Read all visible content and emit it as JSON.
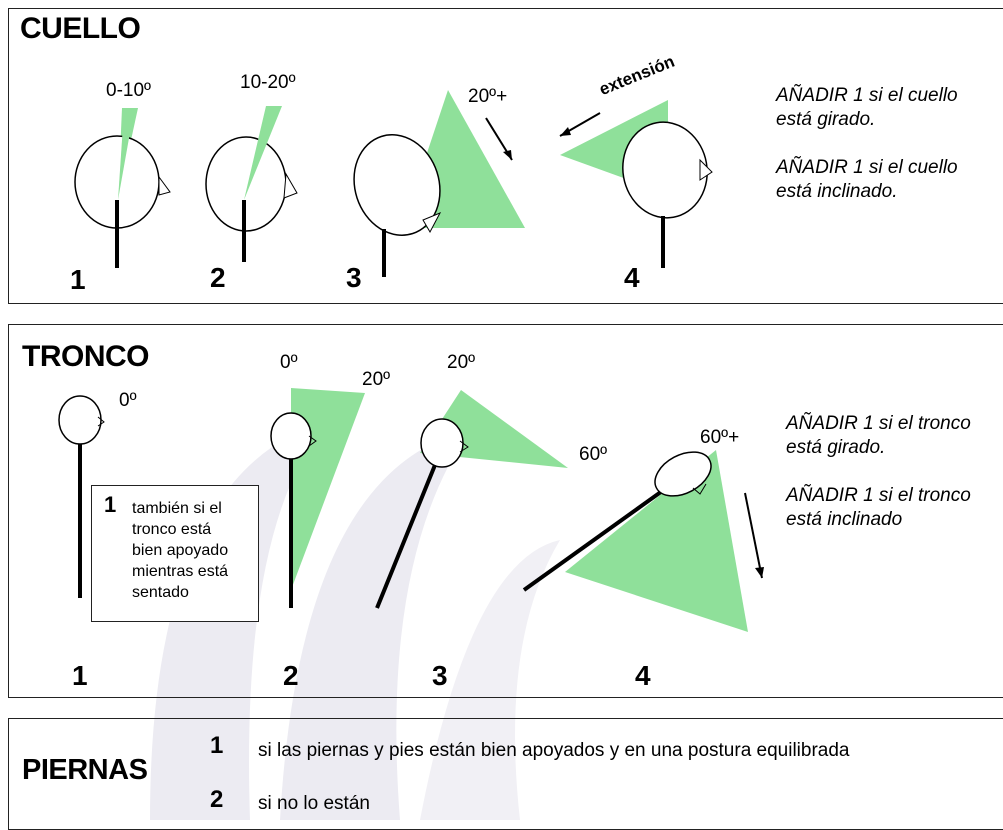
{
  "cuello": {
    "title": "CUELLO",
    "angles": [
      "0-10º",
      "10-20º",
      "20º+"
    ],
    "extension_label": "extensión",
    "numbers": [
      "1",
      "2",
      "3",
      "4"
    ],
    "notes": [
      "AÑADIR 1 si el cuello está girado.",
      "AÑADIR 1 si el cuello está inclinado."
    ]
  },
  "tronco": {
    "title": "TRONCO",
    "angles": [
      "0º",
      "0º",
      "20º",
      "20º",
      "60º",
      "60º+"
    ],
    "box": {
      "number": "1",
      "text": "también si el\ntronco está\nbien apoyado\nmientras está\nsentado"
    },
    "numbers": [
      "1",
      "2",
      "3",
      "4"
    ],
    "notes": [
      "AÑADIR 1 si el tronco está girado.",
      "AÑADIR 1 si el tronco está inclinado"
    ]
  },
  "piernas": {
    "title": "PIERNAS",
    "items": [
      {
        "number": "1",
        "text": "si las piernas y pies están bien apoyados y en una postura equilibrada"
      },
      {
        "number": "2",
        "text": "si no lo están"
      }
    ]
  },
  "colors": {
    "wedge": "#8fe09a",
    "watermark": "#ecebf2",
    "line": "#000000"
  }
}
